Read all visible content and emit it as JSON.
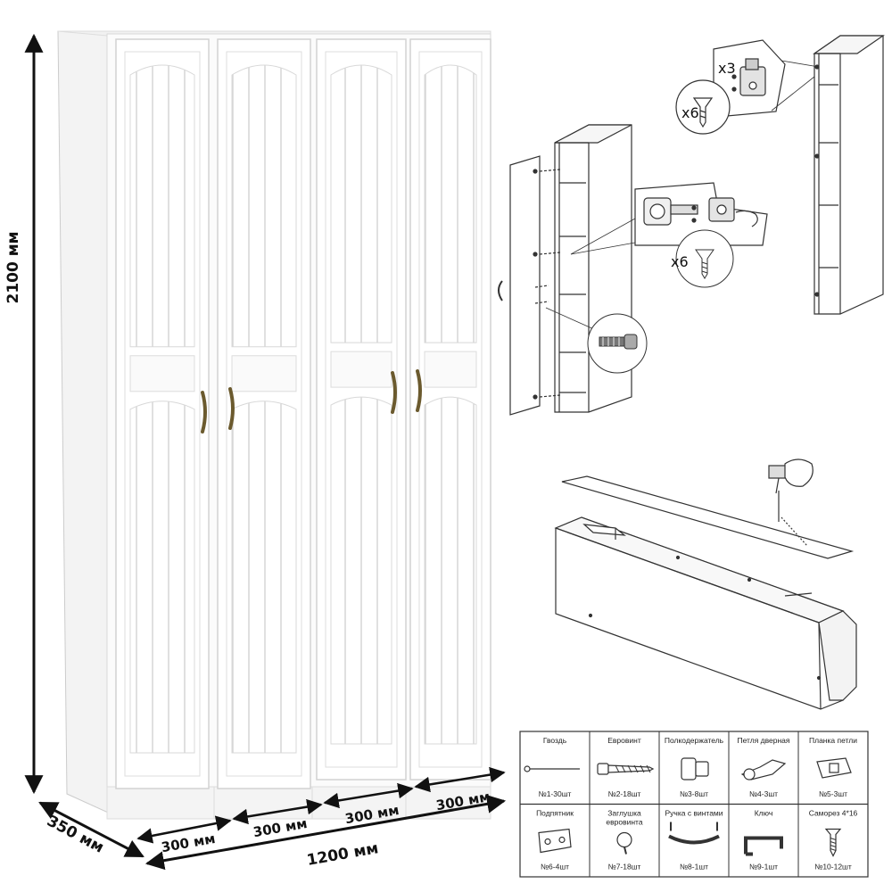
{
  "dimensions": {
    "height": "2100 мм",
    "depth": "350 мм",
    "width_total": "1200 мм",
    "section_widths": [
      "300 мм",
      "300 мм",
      "300 мм",
      "300 мм"
    ]
  },
  "callouts": {
    "hinge_qty": "x3",
    "screws_top": "x6",
    "screws_mid": "x6"
  },
  "parts": [
    {
      "name": "Гвоздь",
      "qty": "№1-30шт",
      "icon": "nail-icon"
    },
    {
      "name": "Евровинт",
      "qty": "№2-18шт",
      "icon": "euroscrew-icon"
    },
    {
      "name": "Полкодержатель",
      "qty": "№3-8шт",
      "icon": "shelf-support-icon"
    },
    {
      "name": "Петля дверная",
      "qty": "№4-3шт",
      "icon": "door-hinge-icon"
    },
    {
      "name": "Планка петли",
      "qty": "№5-3шт",
      "icon": "hinge-plate-icon"
    },
    {
      "name": "Подпятник",
      "qty": "№6-4шт",
      "icon": "glide-icon"
    },
    {
      "name": "Заглушка евровинта",
      "qty": "№7-18шт",
      "icon": "screw-cap-icon"
    },
    {
      "name": "Ручка с винтами",
      "qty": "№8-1шт",
      "icon": "handle-icon"
    },
    {
      "name": "Ключ",
      "qty": "№9-1шт",
      "icon": "hex-key-icon"
    },
    {
      "name": "Саморез 4*16",
      "qty": "№10-12шт",
      "icon": "wood-screw-icon"
    }
  ],
  "colors": {
    "outline": "#333333",
    "panel": "#ffffff",
    "shadow": "#e9e9e9",
    "handle": "#6b5a2e"
  }
}
